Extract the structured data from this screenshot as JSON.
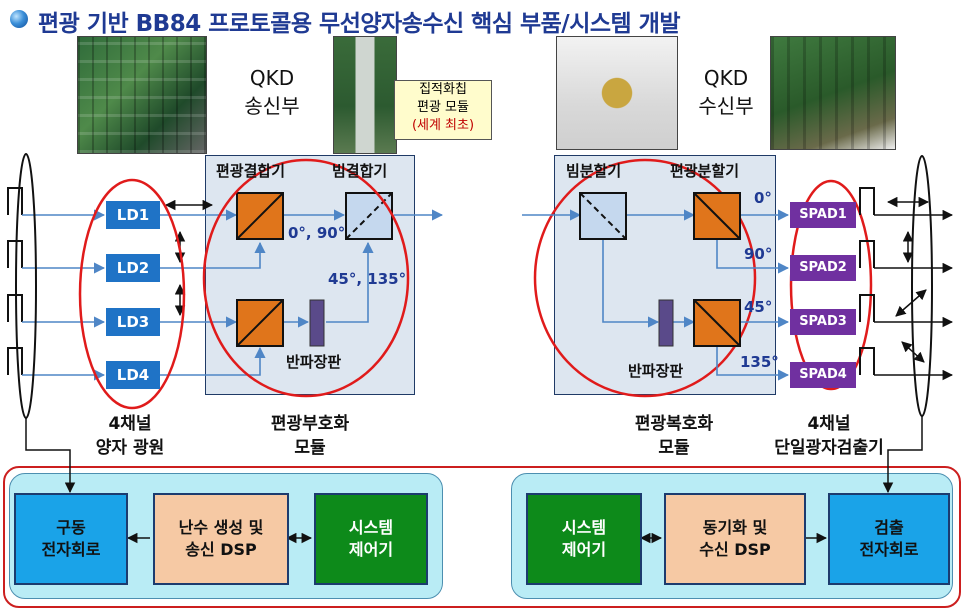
{
  "title": "편광 기반 BB84 프로토콜용 무선양자송수신 핵심 부품/시스템 개발",
  "tx": {
    "qkd_line1": "QKD",
    "qkd_line2": "송신부",
    "callout_line1": "집적화칩",
    "callout_line2": "편광 모듈",
    "callout_line3": "(세계 최초)",
    "sources": [
      "LD1",
      "LD2",
      "LD3",
      "LD4"
    ],
    "combiner_label": "편광결합기",
    "beam_combiner_label": "빔결합기",
    "waveplate_label": "반파장판",
    "angle_a": "0°, 90°",
    "angle_b": "45°, 135°",
    "caption_source_1": "4채널",
    "caption_source_2": "양자 광원",
    "caption_module_1": "편광부호화",
    "caption_module_2": "모듈"
  },
  "rx": {
    "qkd_line1": "QKD",
    "qkd_line2": "수신부",
    "splitter_label": "빔분할기",
    "pol_splitter_label": "편광분할기",
    "waveplate_label": "반파장판",
    "angles": [
      "0°",
      "90°",
      "45°",
      "135°"
    ],
    "detectors": [
      "SPAD1",
      "SPAD2",
      "SPAD3",
      "SPAD4"
    ],
    "caption_module_1": "편광복호화",
    "caption_module_2": "모듈",
    "caption_det_1": "4채널",
    "caption_det_2": "단일광자검출기"
  },
  "bottom_left": {
    "drive_1": "구동",
    "drive_2": "전자회로",
    "dsp_1": "난수 생성 및",
    "dsp_2": "송신 DSP",
    "ctrl_1": "시스템",
    "ctrl_2": "제어기"
  },
  "bottom_right": {
    "ctrl_1": "시스템",
    "ctrl_2": "제어기",
    "dsp_1": "동기화 및",
    "dsp_2": "수신 DSP",
    "detect_1": "검출",
    "detect_2": "전자회로"
  },
  "colors": {
    "title": "#1f3a93",
    "ld": "#1f73c6",
    "spad": "#7030a0",
    "polarizer": "#e0751b",
    "highlight": "#e01b1b",
    "beam": "#4f86c6",
    "panel": "#dde6f0"
  }
}
